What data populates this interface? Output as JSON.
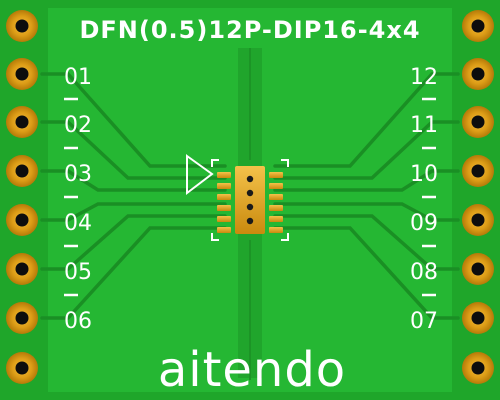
{
  "board": {
    "title": "DFN(0.5)12P-DIP16-4x4",
    "brand": "aitendo",
    "left_pin_labels": [
      "01",
      "02",
      "03",
      "04",
      "05",
      "06"
    ],
    "right_pin_labels": [
      "12",
      "11",
      "10",
      "09",
      "08",
      "07"
    ]
  },
  "colors": {
    "pcb_green": "#1fa62a",
    "pcb_green_light": "#25bb33",
    "pad_gold": "#e0a11a",
    "pad_gold_dark": "#b57a08",
    "drill_hole": "#0d0d0d",
    "silkscreen": "#ffffff"
  }
}
